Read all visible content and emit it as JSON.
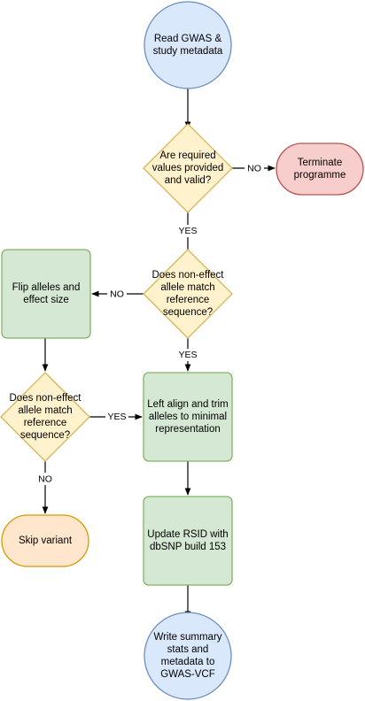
{
  "colors": {
    "blue_fill": "#dae8fc",
    "blue_stroke": "#6c8ebf",
    "yellow_fill": "#fff2cc",
    "yellow_stroke": "#d6b656",
    "red_fill": "#f8cecc",
    "red_stroke": "#b85450",
    "green_fill": "#d5e8d4",
    "green_stroke": "#82b366",
    "orange_fill": "#ffe6cc",
    "orange_stroke": "#d79b00"
  },
  "nodes": {
    "read_gwas": {
      "lines": [
        "Read GWAS &",
        "study metadata"
      ]
    },
    "check_values": {
      "lines": [
        "Are required",
        "values provided",
        "and valid?"
      ]
    },
    "terminate": {
      "lines": [
        "Terminate",
        "programme"
      ]
    },
    "check_ref_1": {
      "lines": [
        "Does non-effect",
        "allele match",
        "reference",
        "sequence?"
      ]
    },
    "flip_alleles": {
      "lines": [
        "Flip alleles and",
        "effect size"
      ]
    },
    "check_ref_2": {
      "lines": [
        "Does non-effect",
        "allele match",
        "reference",
        "sequence?"
      ]
    },
    "left_align": {
      "lines": [
        "Left align and trim",
        "alleles to minimal",
        "representation"
      ]
    },
    "skip_variant": {
      "lines": [
        "Skip variant"
      ]
    },
    "update_rsid": {
      "lines": [
        "Update RSID with",
        "dbSNP build 153"
      ]
    },
    "write_vcf": {
      "lines": [
        "Write summary",
        "stats and",
        "metadata to",
        "GWAS-VCF"
      ]
    }
  },
  "edges": {
    "no_terminate": "NO",
    "yes_values": "YES",
    "no_flip": "NO",
    "yes_ref1": "YES",
    "yes_ref2": "YES",
    "no_skip": "NO"
  }
}
